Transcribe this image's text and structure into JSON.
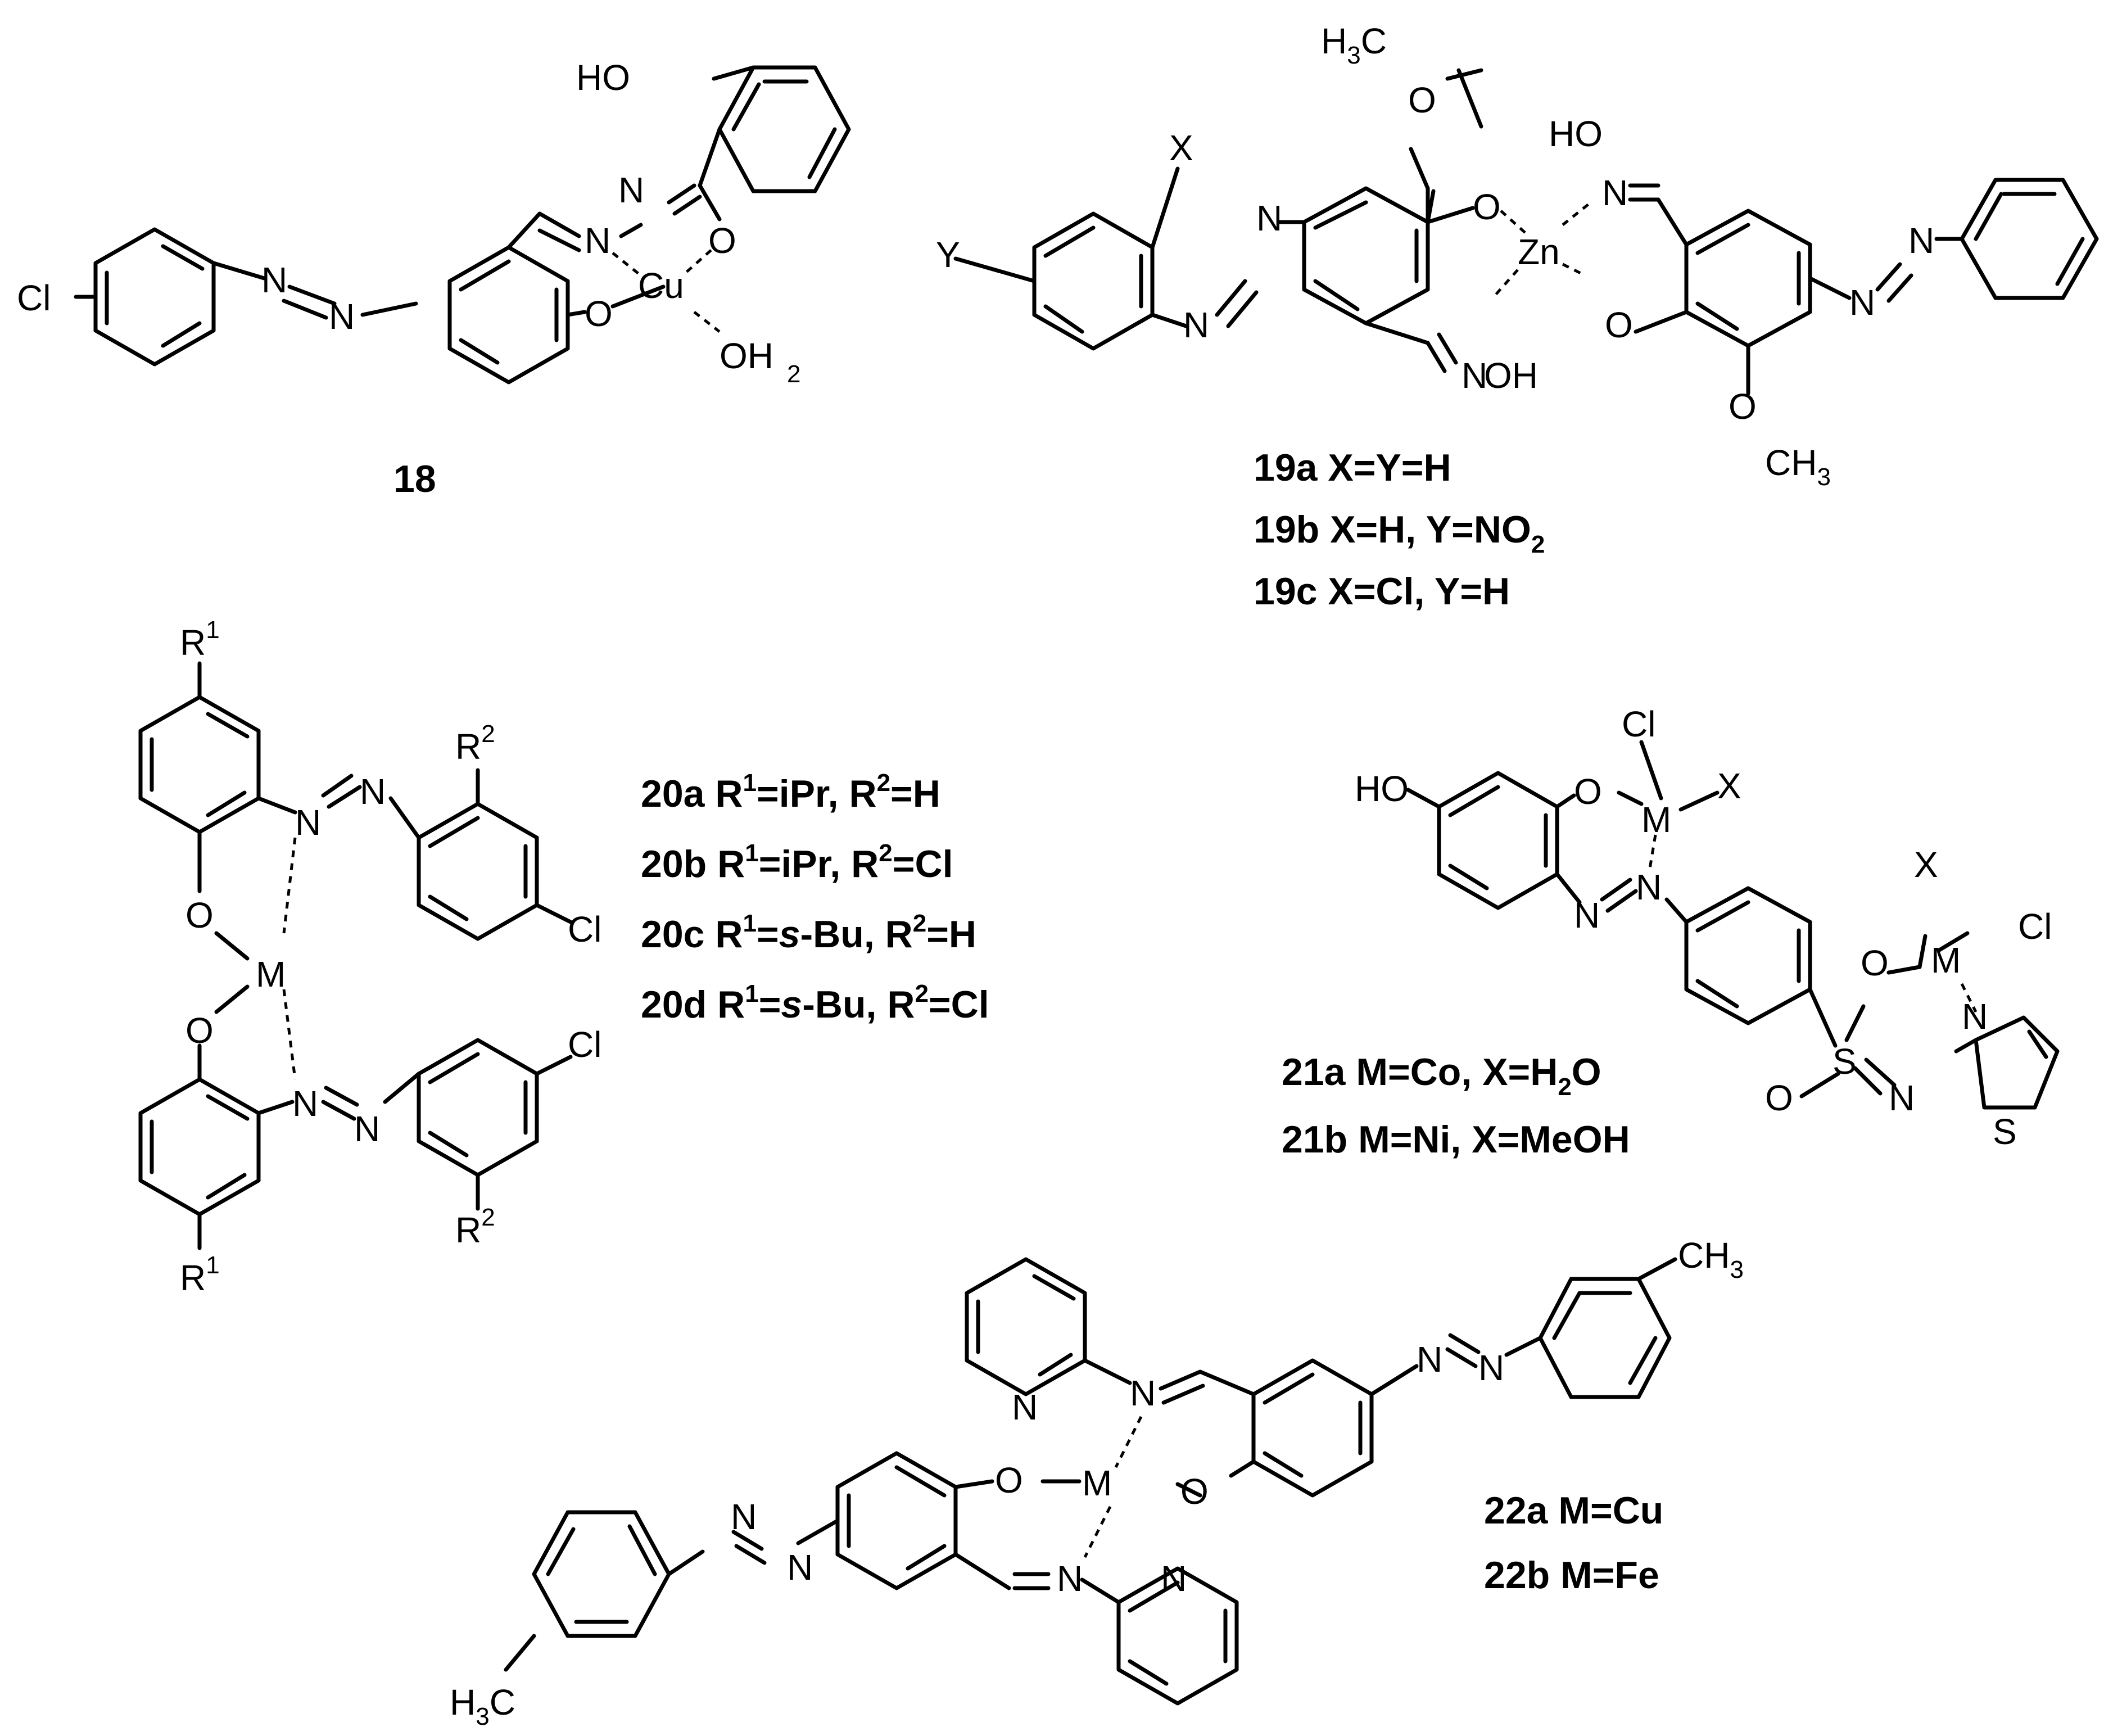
{
  "atoms": {
    "cl": "Cl",
    "n": "N",
    "o": "O",
    "ho": "HO",
    "oh": "OH",
    "cu": "Cu",
    "zn": "Zn",
    "m": "M",
    "x": "X",
    "y": "Y",
    "s": "S",
    "h": "H",
    "c": "C",
    "r": "R",
    "two": "2",
    "three": "3",
    "one": "1"
  },
  "compounds": {
    "c18": {
      "label": "18"
    },
    "c19a": {
      "label": "19a X=Y=H"
    },
    "c19b": {
      "label": "19b X=H, Y=NO",
      "sub": "2"
    },
    "c19c": {
      "label": "19c X=Cl, Y=H"
    },
    "c20a": {
      "id": "20a",
      "r1": "iPr",
      "r2": "H"
    },
    "c20b": {
      "id": "20b",
      "r1": "iPr",
      "r2": "Cl"
    },
    "c20c": {
      "id": "20c",
      "r1": "s",
      "r1b": "-Bu",
      "r2": "H"
    },
    "c20d": {
      "id": "20d",
      "r1": "s",
      "r1b": "-Bu",
      "r2": "Cl"
    },
    "c21a": {
      "label": "21a M=Co, X=H",
      "sub": "2",
      "tail": "O"
    },
    "c21b": {
      "label": "21b M=Ni, X=MeOH"
    },
    "c22a": {
      "label": "22a M=Cu"
    },
    "c22b": {
      "label": "22b M=Fe"
    }
  },
  "r_labels": {
    "r": "R",
    "eq": "=",
    "sep": ", R"
  }
}
